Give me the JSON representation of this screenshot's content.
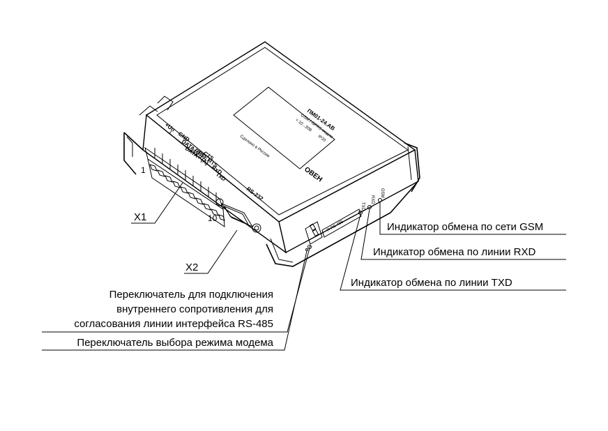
{
  "device": {
    "model": "ПМ01-24.АВ",
    "subtitle": "GSM / GPRS модем",
    "supply": "= 10...30В",
    "ip": "IP20",
    "made_in": "Сделано в России",
    "logo": "ОВЕН",
    "terminals": [
      "+Uп",
      "⊥",
      "GND",
      "DATA- (B)",
      "DATA+ (A)",
      "RESET",
      "CTS",
      "RTS",
      "RxD",
      "TxD"
    ],
    "rs232": "RS-232",
    "pin_first": "1",
    "pin_last": "10",
    "led_labels": [
      "GSM",
      "RXD",
      "TXD"
    ],
    "switch_label": "R RS-485"
  },
  "callouts": {
    "x1": "X1",
    "x2": "X2",
    "gsm": "Индикатор обмена по сети GSM",
    "rxd": "Индикатор обмена по линии RXD",
    "txd": "Индикатор обмена по линии TXD",
    "switch485": [
      "Переключатель для подключения",
      "внутреннего сопротивления для",
      "согласования линии интерфейса RS-485"
    ],
    "mode_switch": "Переключатель выбора режима модема"
  }
}
